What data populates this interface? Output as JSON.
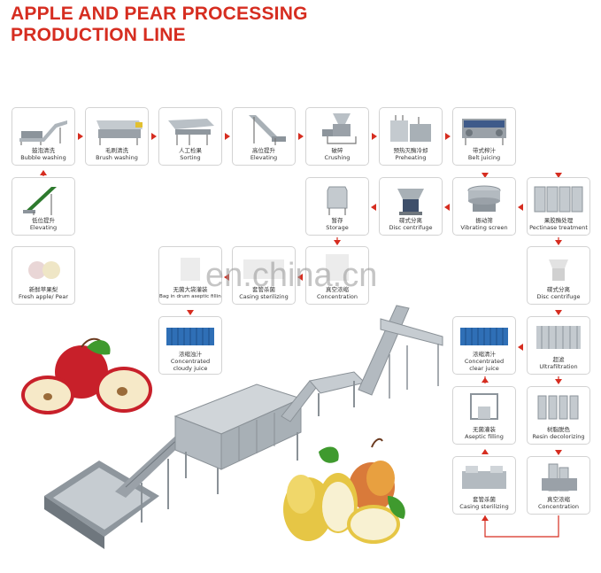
{
  "title": {
    "line1": "APPLE AND PEAR PROCESSING",
    "line2": "PRODUCTION LINE"
  },
  "watermark": "en.china.cn",
  "steps": {
    "bubble_washing": {
      "zh": "鼓泡清洗",
      "en": "Bubble washing"
    },
    "brush_washing": {
      "zh": "毛刷清洗",
      "en": "Brush washing"
    },
    "sorting": {
      "zh": "人工检果",
      "en": "Sorting"
    },
    "elevating_high": {
      "zh": "高位提升",
      "en": "Elevating"
    },
    "crushing": {
      "zh": "破碎",
      "en": "Crushing"
    },
    "preheating": {
      "zh": "预热灭酶冷却",
      "en": "Preheating"
    },
    "belt_juicing": {
      "zh": "带式榨汁",
      "en": "Belt juicing"
    },
    "elevating_low": {
      "zh": "低位提升",
      "en": "Elevating"
    },
    "storage": {
      "zh": "暂存",
      "en": "Storage"
    },
    "disc_centrifuge": {
      "zh": "碟式分离",
      "en": "Disc centrifuge"
    },
    "vibrating_screen": {
      "zh": "振动筛",
      "en": "Vibrating screen"
    },
    "pectinase": {
      "zh": "果胶酶处理",
      "en": "Pectinase treatment"
    },
    "fresh": {
      "zh": "新鲜苹果梨",
      "en": "Fresh apple/ Pear"
    },
    "bag_drum": {
      "zh": "无菌大袋灌装",
      "en": "Bag in drum aseptic filling"
    },
    "casing_sterilizing_1": {
      "zh": "套管杀菌",
      "en": "Casing sterilizing"
    },
    "concentration_1": {
      "zh": "真空浓缩",
      "en": "Concentration"
    },
    "disc_centrifuge_2": {
      "zh": "碟式分离",
      "en": "Disc centrifuge"
    },
    "cloudy": {
      "zh": "浓缩浊汁",
      "en": "Concentrated",
      "en2": "cloudy juice"
    },
    "clear": {
      "zh": "浓缩清汁",
      "en": "Concentrated",
      "en2": "clear juice"
    },
    "ultrafiltration": {
      "zh": "超滤",
      "en": "Ultrafiltration"
    },
    "aseptic": {
      "zh": "无菌灌装",
      "en": "Aseptic filling"
    },
    "resin": {
      "zh": "树脂脱色",
      "en": "Resin decolorizing"
    },
    "casing_sterilizing_2": {
      "zh": "套管杀菌",
      "en": "Casing sterilizing"
    },
    "concentration_2": {
      "zh": "真空浓缩",
      "en": "Concentration"
    }
  },
  "colors": {
    "accent": "#d62d20",
    "steel": "#9aa3ab",
    "blue": "#2f6fb6",
    "apple": "#c8202a",
    "pear": "#e0c043",
    "leaf": "#3f9a2e"
  }
}
